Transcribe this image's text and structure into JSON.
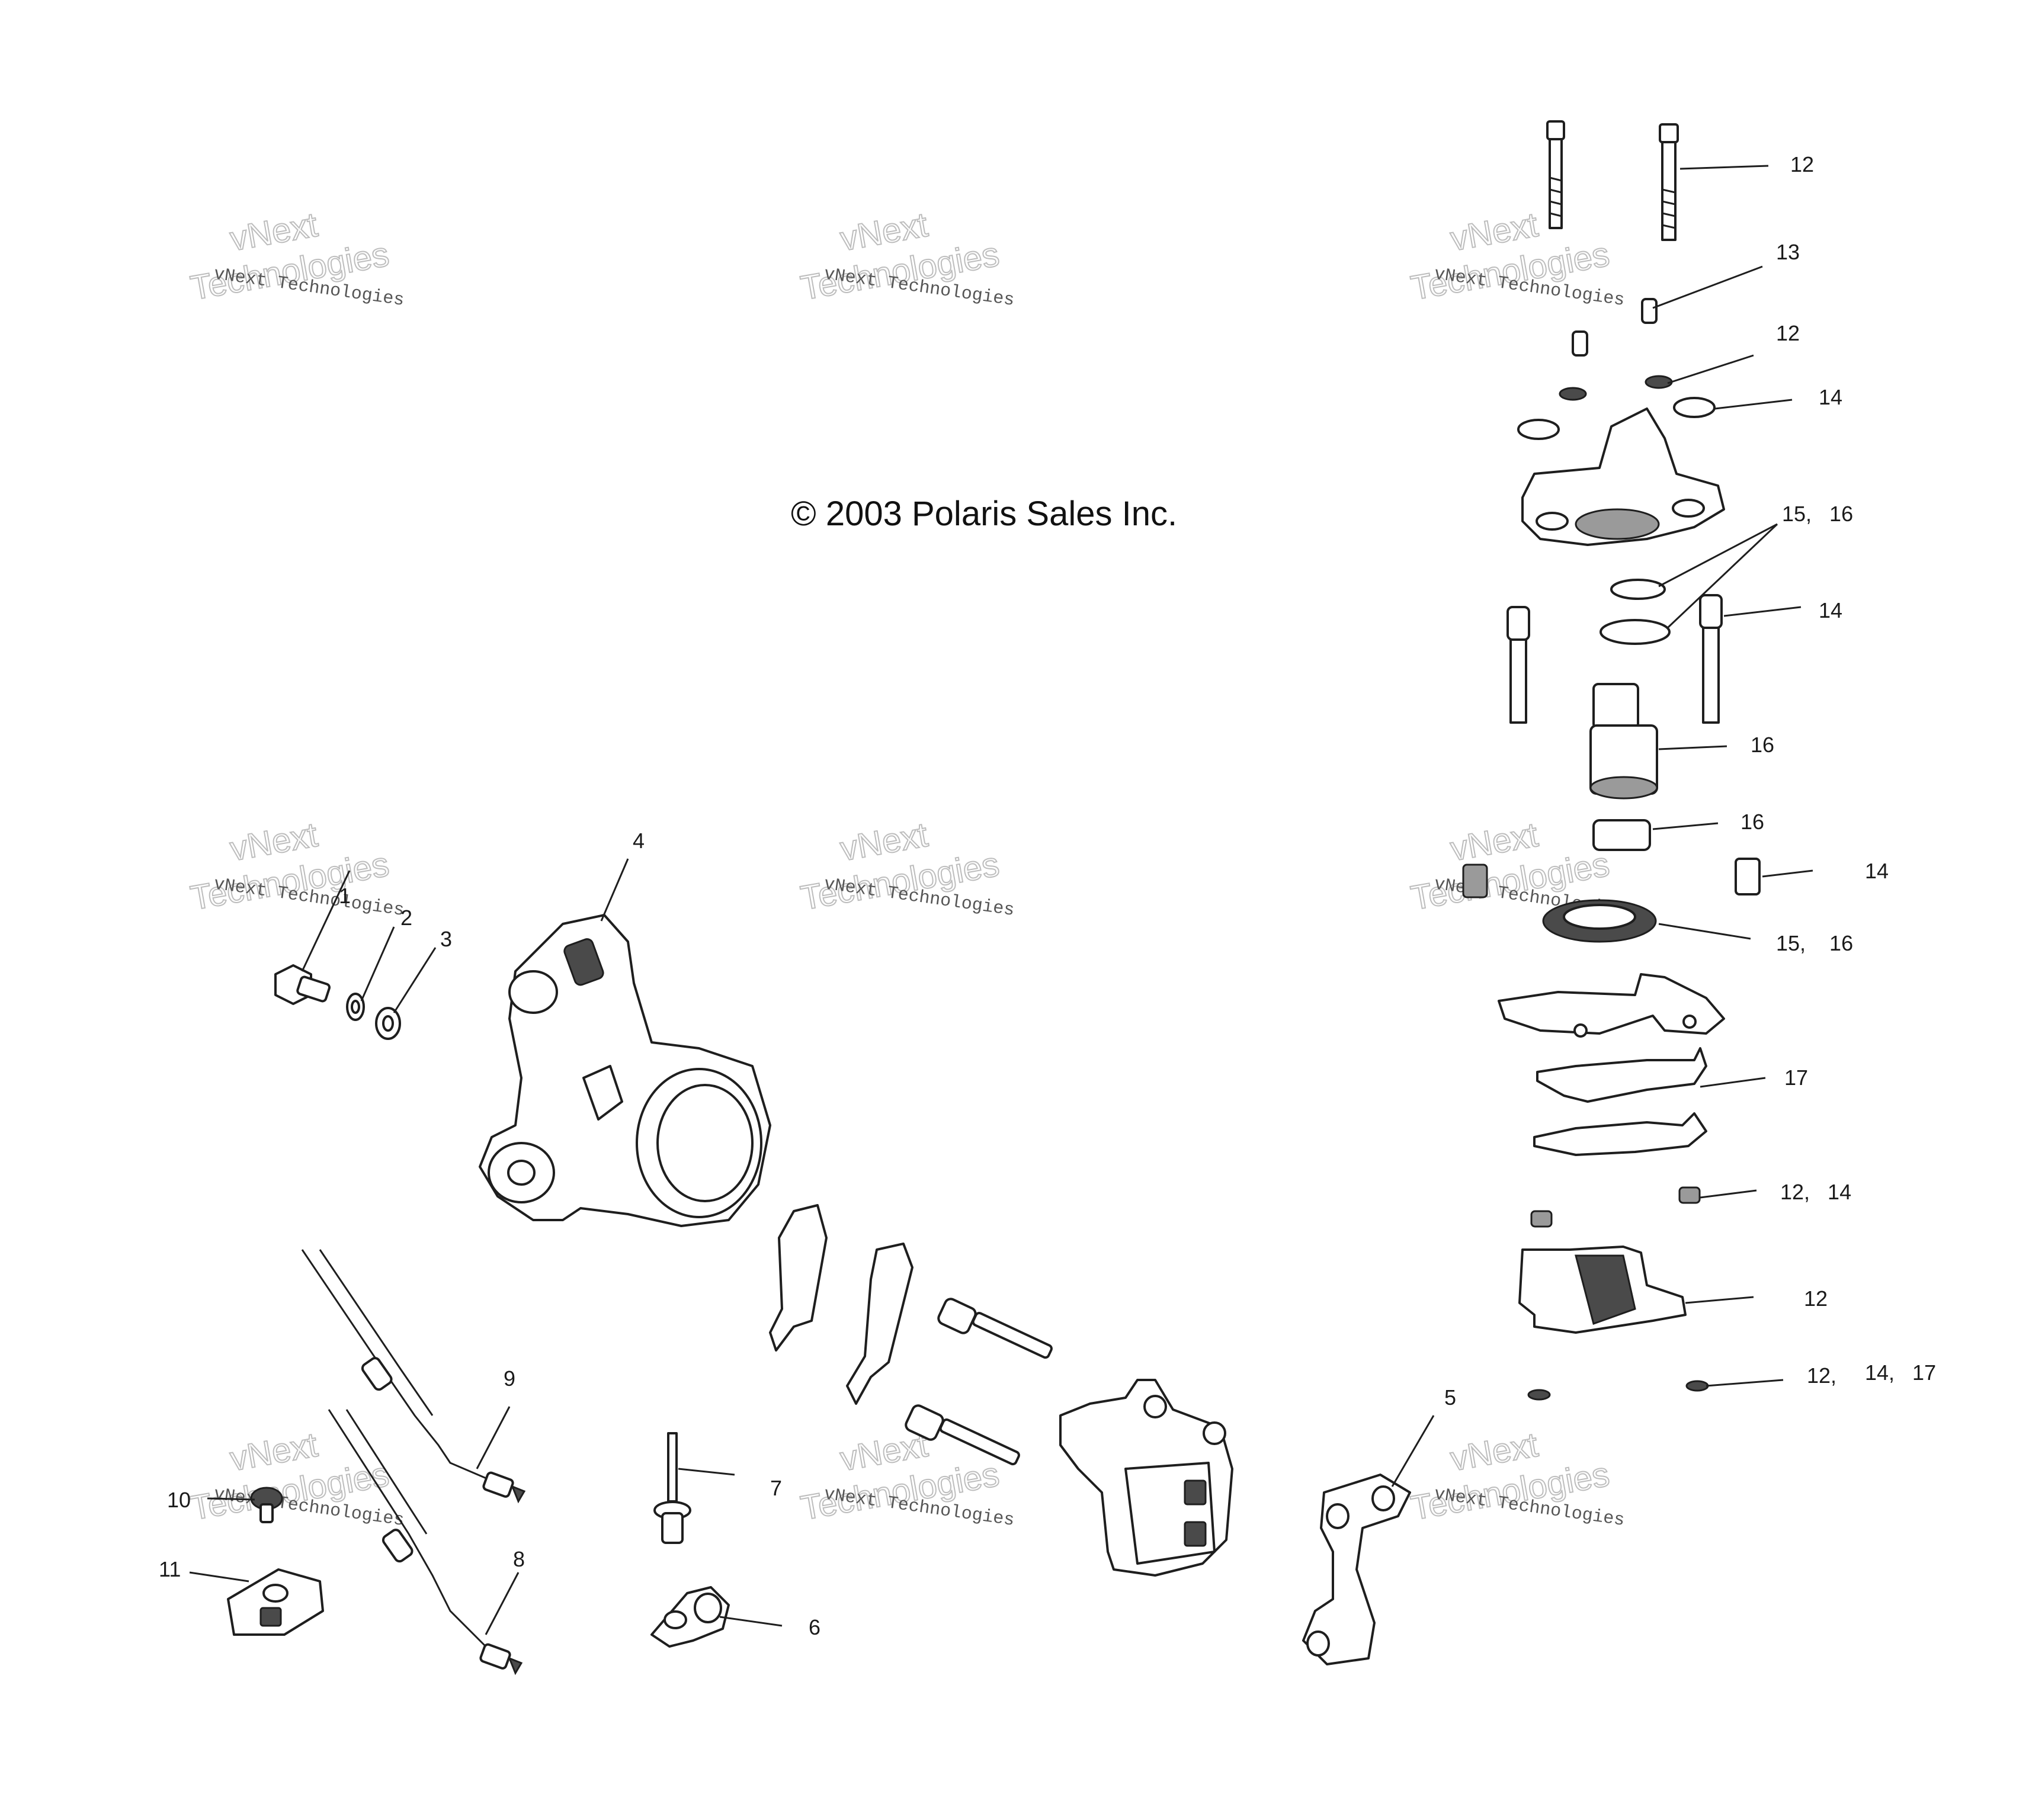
{
  "copyright": "© 2003 Polaris Sales Inc.",
  "watermark": {
    "small_text": "vNext Technologies",
    "big_line1": "vNext",
    "big_line2": "Technologies"
  },
  "callouts": {
    "c1": "1",
    "c2": "2",
    "c3": "3",
    "c4": "4",
    "c5": "5",
    "c6": "6",
    "c7": "7",
    "c8": "8",
    "c9": "9",
    "c10": "10",
    "c11": "11",
    "c12a": "12",
    "c13": "13",
    "c12b": "12",
    "c14a": "14",
    "c15_16a": "15,   16",
    "c14b": "14",
    "c16a": "16",
    "c16b": "16",
    "c14c": "14",
    "c15_16b": "15,    16",
    "c17": "17",
    "c12_14": "12,   14",
    "c12c": "12",
    "c12_14_17a": "12,",
    "c12_14_17b": "14,   17"
  },
  "colors": {
    "line": "#1e1e1e",
    "watermark": "#bdbdbd",
    "background": "#ffffff"
  }
}
